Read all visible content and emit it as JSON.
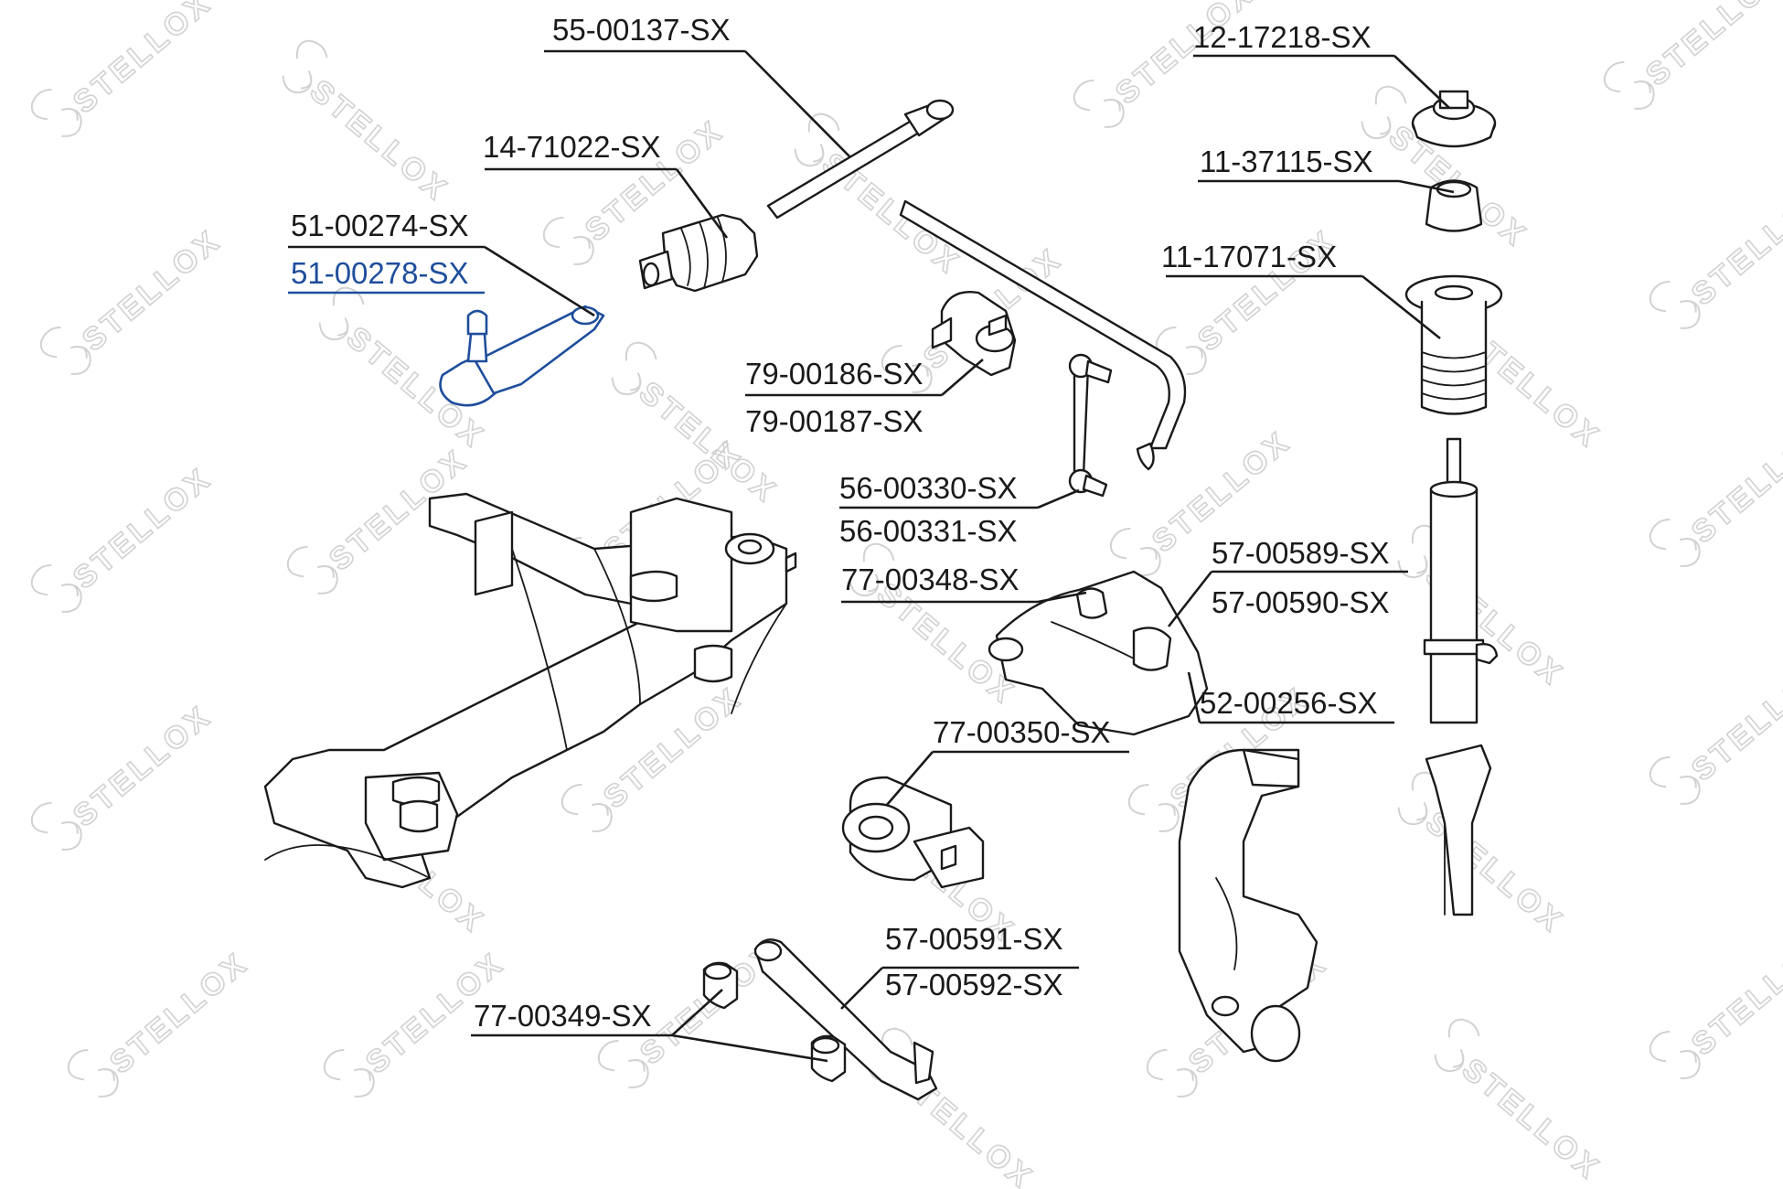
{
  "watermark": {
    "brand": "STELLOX"
  },
  "colors": {
    "ink": "#1a1a1a",
    "highlight": "#1f4e9c",
    "watermark": "#d2d2d2"
  },
  "labels": {
    "tie_rod_end_a": "51-00274-SX",
    "tie_rod_end_b": "51-00278-SX",
    "steering_boot": "14-71022-SX",
    "inner_tie_rod": "55-00137-SX",
    "strut_mount": "12-17218-SX",
    "bump_stop": "11-37115-SX",
    "dust_boot": "11-17071-SX",
    "stabilizer_bushing_a": "79-00186-SX",
    "stabilizer_bushing_b": "79-00187-SX",
    "stabilizer_link_a": "56-00330-SX",
    "stabilizer_link_b": "56-00331-SX",
    "upper_arm_bushing": "77-00348-SX",
    "upper_arm_a": "57-00589-SX",
    "upper_arm_b": "57-00590-SX",
    "ball_joint": "52-00256-SX",
    "lower_arm_bushing": "77-00350-SX",
    "lower_link_a": "57-00591-SX",
    "lower_link_b": "57-00592-SX",
    "link_bushing": "77-00349-SX"
  }
}
